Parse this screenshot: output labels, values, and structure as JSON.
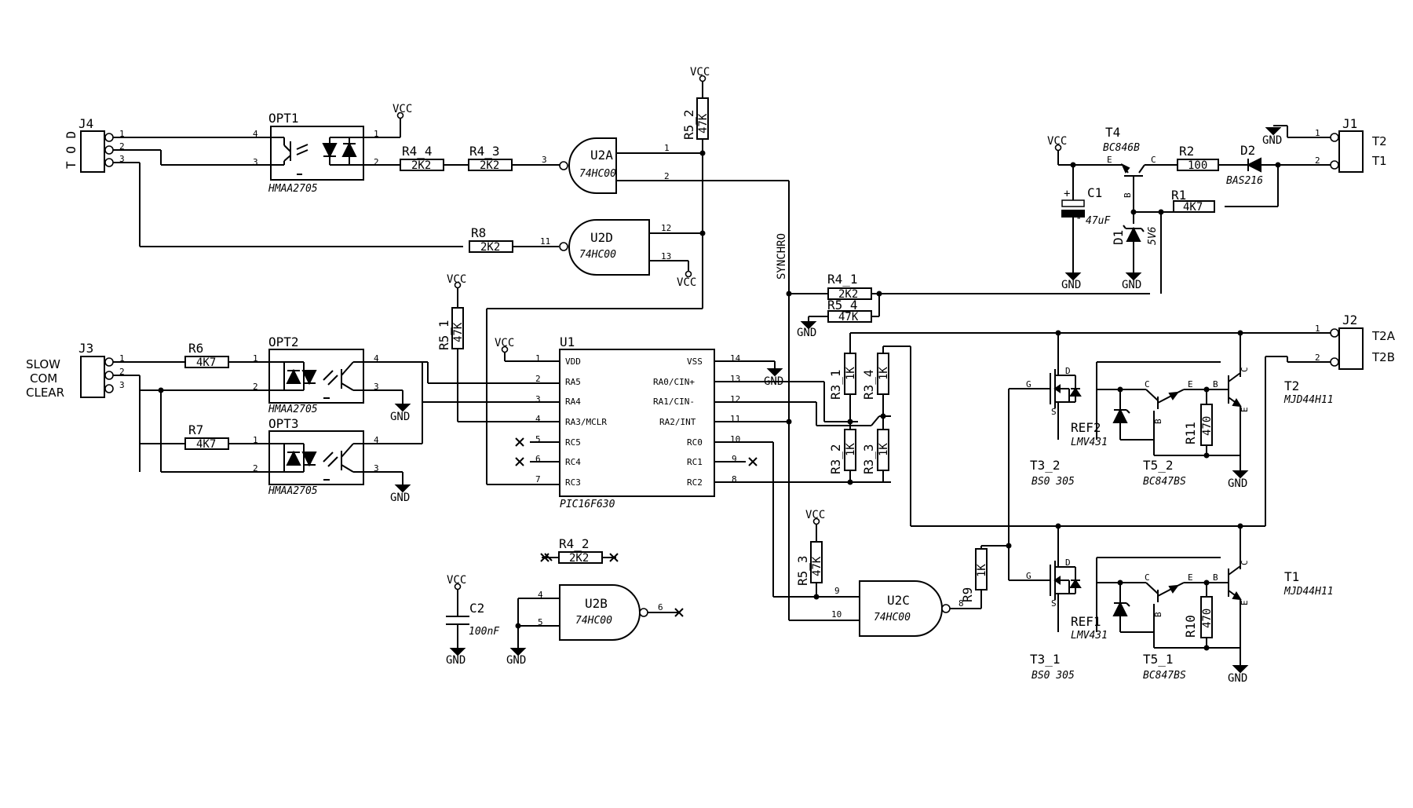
{
  "connectors": {
    "J4": {
      "ref": "J4",
      "label": "T O D"
    },
    "J3": {
      "ref": "J3",
      "lines": [
        "SLOW",
        "COM",
        "CLEAR"
      ]
    },
    "J1": {
      "ref": "J1",
      "labels": [
        "T2",
        "T1"
      ]
    },
    "J2": {
      "ref": "J2",
      "labels": [
        "T2A",
        "T2B"
      ]
    }
  },
  "ics": {
    "U1": {
      "ref": "U1",
      "part": "PIC16F630",
      "left_pins": [
        {
          "num": "1",
          "name": "VDD"
        },
        {
          "num": "2",
          "name": "RA5"
        },
        {
          "num": "3",
          "name": "RA4"
        },
        {
          "num": "4",
          "name": "RA3/MCLR"
        },
        {
          "num": "5",
          "name": "RC5"
        },
        {
          "num": "6",
          "name": "RC4"
        },
        {
          "num": "7",
          "name": "RC3"
        }
      ],
      "right_pins": [
        {
          "num": "14",
          "name": "VSS"
        },
        {
          "num": "13",
          "name": "RA0/CIN+"
        },
        {
          "num": "12",
          "name": "RA1/CIN-"
        },
        {
          "num": "11",
          "name": "RA2/INT"
        },
        {
          "num": "10",
          "name": "RC0"
        },
        {
          "num": "9",
          "name": "RC1"
        },
        {
          "num": "8",
          "name": "RC2"
        }
      ]
    },
    "U2A": {
      "ref": "U2A",
      "part": "74HC00",
      "in1": "1",
      "in2": "2",
      "out": "3"
    },
    "U2D": {
      "ref": "U2D",
      "part": "74HC00",
      "in1": "12",
      "in2": "13",
      "out": "11"
    },
    "U2B": {
      "ref": "U2B",
      "part": "74HC00",
      "in1": "4",
      "in2": "5",
      "out": "6"
    },
    "U2C": {
      "ref": "U2C",
      "part": "74HC00",
      "in1": "9",
      "in2": "10",
      "out": "8"
    }
  },
  "optos": [
    {
      "ref": "OPT1",
      "part": "HMAA2705"
    },
    {
      "ref": "OPT2",
      "part": "HMAA2705"
    },
    {
      "ref": "OPT3",
      "part": "HMAA2705"
    }
  ],
  "resistors": [
    {
      "ref": "R4_4",
      "value": "2K2"
    },
    {
      "ref": "R4_3",
      "value": "2K2"
    },
    {
      "ref": "R8",
      "value": "2K2"
    },
    {
      "ref": "R5_2",
      "value": "47K"
    },
    {
      "ref": "R5_1",
      "value": "47K"
    },
    {
      "ref": "R6",
      "value": "4K7"
    },
    {
      "ref": "R7",
      "value": "4K7"
    },
    {
      "ref": "R4_1",
      "value": "2K2"
    },
    {
      "ref": "R5_4",
      "value": "47K"
    },
    {
      "ref": "R3_1",
      "value": "1K"
    },
    {
      "ref": "R3_4",
      "value": "1K"
    },
    {
      "ref": "R3_2",
      "value": "1K"
    },
    {
      "ref": "R3_3",
      "value": "1K"
    },
    {
      "ref": "R4_2",
      "value": "2K2"
    },
    {
      "ref": "R5_3",
      "value": "47K"
    },
    {
      "ref": "R9",
      "value": "1K"
    },
    {
      "ref": "R2",
      "value": "100"
    },
    {
      "ref": "R1",
      "value": "4K7"
    },
    {
      "ref": "R11",
      "value": "470"
    },
    {
      "ref": "R10",
      "value": "470"
    }
  ],
  "semis": {
    "T4": {
      "ref": "T4",
      "part": "BC846B"
    },
    "D2": {
      "ref": "D2",
      "part": "BAS216"
    },
    "D1": {
      "ref": "D1",
      "part": "5V6"
    },
    "C1": {
      "ref": "C1",
      "value": "47uF"
    },
    "C2": {
      "ref": "C2",
      "value": "100nF"
    },
    "T2": {
      "ref": "T2",
      "part": "MJD44H11"
    },
    "T1": {
      "ref": "T1",
      "part": "MJD44H11"
    },
    "T3_2": {
      "ref": "T3_2",
      "part": "BS0 305"
    },
    "T3_1": {
      "ref": "T3_1",
      "part": "BS0 305"
    },
    "T5_2": {
      "ref": "T5_2",
      "part": "BC847BS"
    },
    "T5_1": {
      "ref": "T5_1",
      "part": "BC847BS"
    },
    "REF2": {
      "ref": "REF2",
      "part": "LMV431"
    },
    "REF1": {
      "ref": "REF1",
      "part": "LMV431"
    }
  },
  "nets": {
    "vcc": "VCC",
    "gnd": "GND",
    "synchro": "SYNCHRO"
  },
  "pin_letters": {
    "g": "G",
    "d": "D",
    "s": "S",
    "b": "B",
    "c": "C",
    "e": "E"
  }
}
